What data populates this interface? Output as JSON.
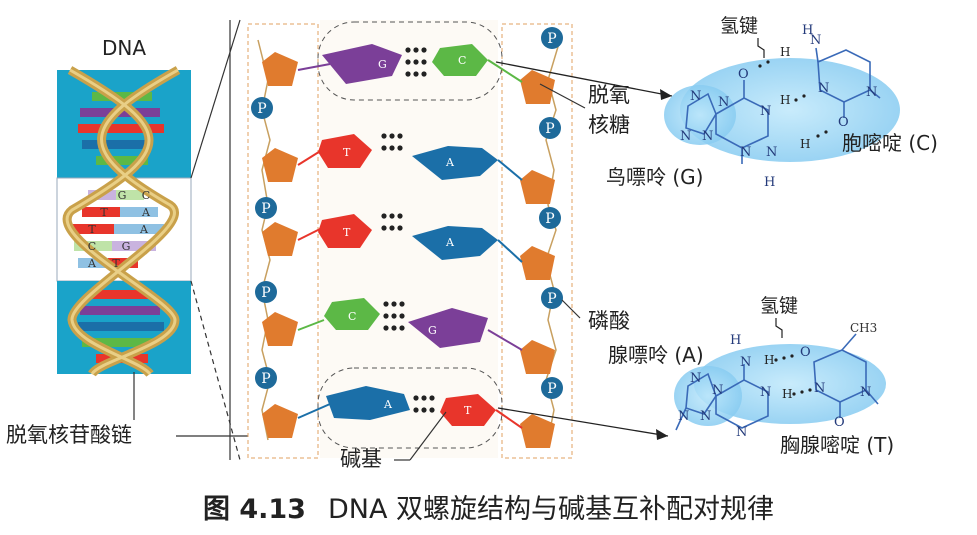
{
  "helix": {
    "title": "DNA",
    "pairs": [
      {
        "left": "G",
        "right": "C"
      },
      {
        "left": "T",
        "right": "A"
      },
      {
        "left": "T",
        "right": "A"
      },
      {
        "left": "C",
        "right": "G"
      },
      {
        "left": "A",
        "right": "T"
      }
    ],
    "chain_label": "脱氧核苷酸链"
  },
  "ladder": {
    "phosphate": "P",
    "rungs": [
      {
        "left": "G",
        "right": "C"
      },
      {
        "left": "T",
        "right": "A"
      },
      {
        "left": "T",
        "right": "A"
      },
      {
        "left": "C",
        "right": "G"
      },
      {
        "left": "A",
        "right": "T"
      }
    ],
    "labels": {
      "deoxyribose_line1": "脱氧",
      "deoxyribose_line2": "核糖",
      "phosphate": "磷酸",
      "base": "碱基"
    }
  },
  "structures": {
    "gc": {
      "hbond": "氢键",
      "guanine": "鸟嘌呤 (G)",
      "cytosine": "胞嘧啶 (C)",
      "atoms_n": "N",
      "atoms_h": "H",
      "atoms_o": "O"
    },
    "at": {
      "hbond": "氢键",
      "adenine": "腺嘌呤 (A)",
      "thymine": "胸腺嘧啶 (T)",
      "methyl": "CH3",
      "atoms_n": "N",
      "atoms_h": "H",
      "atoms_o": "O"
    }
  },
  "caption": {
    "figure": "图 4.13",
    "text": "DNA 双螺旋结构与碱基互补配对规律"
  },
  "colors": {
    "G": "#7b3f98",
    "C": "#5cb846",
    "T": "#e8352b",
    "A": "#1b6fa8",
    "sugar": "#e07b2e",
    "phosphate": "#1e6a9a",
    "helix_bg": "#1aa3c9",
    "backbone": "#c9a14a"
  }
}
